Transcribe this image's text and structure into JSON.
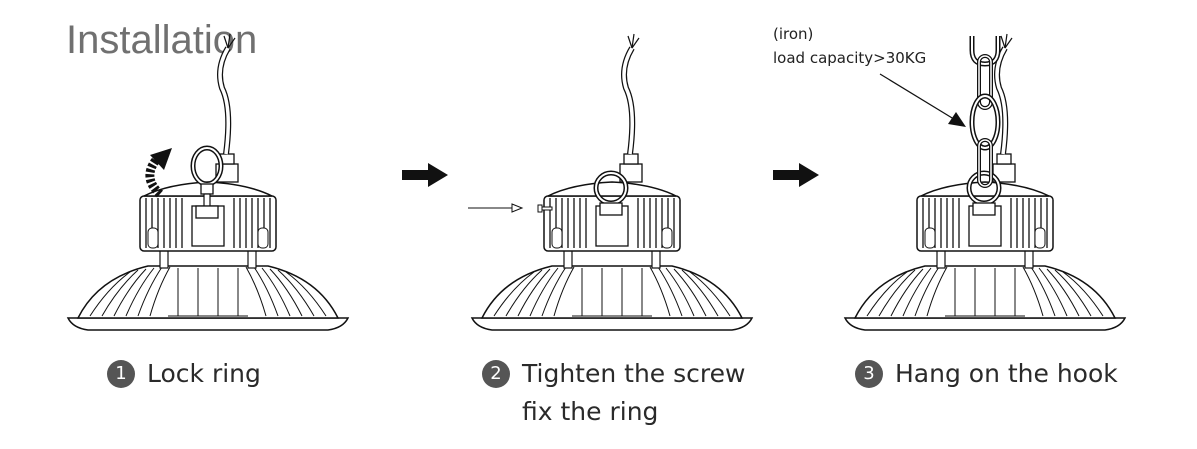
{
  "title": "Installation",
  "chain_note": {
    "material": "(iron)",
    "load": "load capacity>30KG"
  },
  "steps": [
    {
      "number": "1",
      "label": "Lock ring"
    },
    {
      "number": "2",
      "label": "Tighten the screw fix the ring"
    },
    {
      "number": "3",
      "label": "Hang on the hook"
    }
  ]
}
